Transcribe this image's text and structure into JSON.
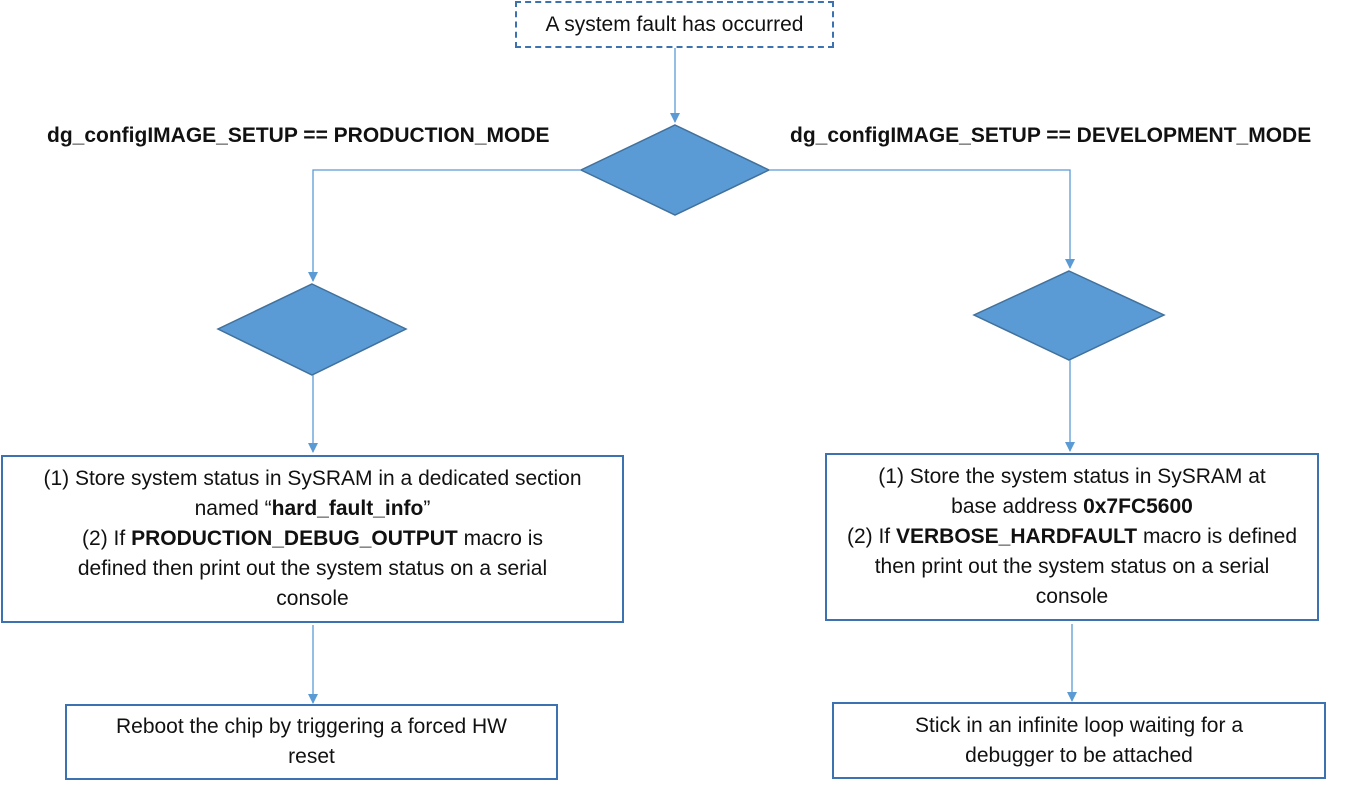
{
  "colors": {
    "diamond_fill": "#5b9bd5",
    "diamond_stroke": "#41719c",
    "connector": "#5b9bd5",
    "box_border": "#3c72b0"
  },
  "start": {
    "text": "A system fault has occurred"
  },
  "conditions": {
    "production": "dg_configIMAGE_SETUP == PRODUCTION_MODE",
    "development": "dg_configIMAGE_SETUP == DEVELOPMENT_MODE"
  },
  "production_actions": {
    "l1": "(1)  Store system status in SySRAM in a dedicated section",
    "l2_pre": "named “",
    "l2_bold": "hard_fault_info",
    "l2_post": "”",
    "l3_pre": "(2) If ",
    "l3_bold": "PRODUCTION_DEBUG_OUTPUT",
    "l3_post": " macro is",
    "l4": "defined then print out the system status on a serial",
    "l5": "console"
  },
  "development_actions": {
    "l1": "(1)  Store the system status in SySRAM at",
    "l2_pre": "base address ",
    "l2_bold": "0x7FC5600",
    "l3_pre": "(2) If ",
    "l3_bold": "VERBOSE_HARDFAULT",
    "l3_post": " macro is defined",
    "l4": "then print out the system status on a serial",
    "l5": "console"
  },
  "production_result": {
    "l1": "Reboot the chip by triggering a forced HW",
    "l2": "reset"
  },
  "development_result": {
    "l1": "Stick in an infinite loop waiting for a",
    "l2": "debugger to be attached"
  }
}
